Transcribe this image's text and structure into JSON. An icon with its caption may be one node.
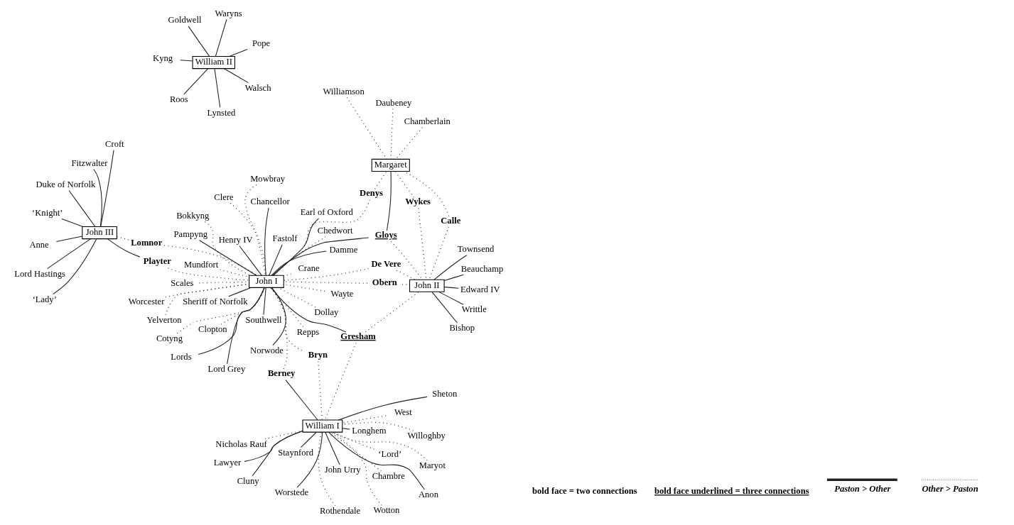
{
  "diagram": {
    "nodes": [
      {
        "text": [
          "Lawyer"
        ]
      },
      {
        "text": [
          "West"
        ]
      },
      {
        "text": [
          "Rothendale"
        ]
      },
      {
        "text": [
          "Nicholas Rauf"
        ]
      },
      {
        "text": [
          "‘Lord’"
        ]
      },
      {
        "text": [
          "Staynford"
        ]
      },
      {
        "text": [
          "Cluny"
        ]
      },
      {
        "text": [
          "Maryot"
        ]
      },
      {
        "text": [
          "Worstede"
        ]
      },
      {
        "text": [
          "William I"
        ]
      },
      {
        "text": [
          "John Urry"
        ]
      },
      {
        "text": [
          "Worcester"
        ]
      },
      {
        "text": [
          "Dollay"
        ]
      },
      {
        "text": [
          "Crane"
        ]
      },
      {
        "text": [
          "Clere"
        ]
      },
      {
        "text": [
          "Chambre"
        ]
      },
      {
        "text": [
          "Anon"
        ]
      },
      {
        "text": [
          "Bryn"
        ]
      },
      {
        "text": [
          "Berney"
        ]
      },
      {
        "text": [
          "Mundfort"
        ]
      },
      {
        "text": [
          "Clopton"
        ]
      },
      {
        "text": [
          "Cotyng"
        ]
      },
      {
        "text": [
          "Chancellor"
        ]
      },
      {
        "text": [
          "Sheton"
        ]
      },
      {
        "text": [
          "Longhem"
        ]
      },
      {
        "text": [
          "Wotton"
        ]
      },
      {
        "text": [
          "Earl of Oxford"
        ]
      },
      {
        "text": [
          "Sheriff of Norfolk"
        ]
      },
      {
        "text": [
          "Lord Grey"
        ]
      },
      {
        "text": [
          "Willoghby"
        ]
      },
      {
        "text": [
          "Henry IV"
        ]
      },
      {
        "text": [
          "Southwell"
        ]
      },
      {
        "text": [
          "Lords"
        ]
      },
      {
        "text": [
          "Pampyng"
        ]
      },
      {
        "text": [
          "Fastolf"
        ]
      },
      {
        "text": [
          "Norwode"
        ]
      },
      {
        "text": [
          "John I"
        ]
      },
      {
        "text": [
          "Mowbray"
        ]
      },
      {
        "text": [
          "Gresham"
        ]
      },
      {
        "text": [
          "Yelverton"
        ]
      },
      {
        "text": [
          "Gloys"
        ]
      },
      {
        "text": [
          "Bokkyng"
        ]
      },
      {
        "text": [
          "Scales"
        ]
      },
      {
        "text": [
          "Chedwort"
        ]
      },
      {
        "text": [
          "Goldwell"
        ]
      },
      {
        "text": [
          "Pope"
        ]
      },
      {
        "text": [
          "Lynsted"
        ]
      },
      {
        "text": [
          "De Vere"
        ]
      },
      {
        "text": [
          "Denys"
        ]
      },
      {
        "text": [
          "Repps"
        ]
      },
      {
        "text": [
          "Obern"
        ]
      },
      {
        "text": [
          "Damme"
        ]
      },
      {
        "text": [
          "Wayte"
        ]
      },
      {
        "text": [
          "Margaret"
        ]
      },
      {
        "text": [
          "Chamberlain"
        ]
      },
      {
        "text": [
          "William II"
        ]
      },
      {
        "text": [
          "Waryns"
        ]
      },
      {
        "text": [
          "Beauchamp"
        ]
      },
      {
        "text": [
          "Calle"
        ]
      },
      {
        "text": [
          "Daubeney"
        ]
      },
      {
        "text": [
          "Bishop"
        ]
      },
      {
        "text": [
          "Wykes"
        ]
      },
      {
        "text": [
          "Playter"
        ]
      },
      {
        "text": [
          "Lomnor"
        ]
      },
      {
        "text": [
          "Williamson"
        ]
      },
      {
        "text": [
          "Kyng"
        ]
      },
      {
        "text": [
          "Roos"
        ]
      },
      {
        "text": [
          "Walsch"
        ]
      },
      {
        "text": [
          "Townsend"
        ]
      },
      {
        "text": [
          "Duke of Norfolk"
        ]
      },
      {
        "text": [
          "Lord Hastings"
        ]
      },
      {
        "text": [
          "Edward IV"
        ]
      },
      {
        "text": [
          "John II"
        ]
      },
      {
        "text": [
          "Anne"
        ]
      },
      {
        "text": [
          "John III"
        ]
      },
      {
        "text": [
          "Croft"
        ]
      },
      {
        "text": [
          "Writtle"
        ]
      },
      {
        "text": [
          "‘Knight’"
        ]
      },
      {
        "text": [
          "‘Lady’"
        ]
      },
      {
        "text": [
          "Fitzwalter"
        ]
      }
    ],
    "edges": [
      {
        "from": 9,
        "to": 0,
        "arrow": "none"
      },
      {
        "from": 1,
        "to": 9,
        "arrow": "none",
        "style": "dashed"
      },
      {
        "from": 2,
        "to": 9,
        "arrow": "none",
        "style": "dashed"
      },
      {
        "from": 3,
        "to": 9,
        "arrow": "none",
        "style": "dashed"
      },
      {
        "from": 4,
        "to": 9,
        "arrow": "none",
        "style": "dashed"
      },
      {
        "from": 9,
        "to": 5,
        "arrow": "none"
      },
      {
        "from": 9,
        "to": 6,
        "arrow": "none"
      },
      {
        "from": 7,
        "to": 9,
        "arrow": "none",
        "style": "dashed"
      },
      {
        "from": 9,
        "to": 8,
        "arrow": "none"
      },
      {
        "from": 9,
        "to": 10,
        "arrow": "none"
      },
      {
        "from": 15,
        "to": 9,
        "arrow": "none",
        "style": "dashed"
      },
      {
        "from": 9,
        "to": 16,
        "arrow": "none"
      },
      {
        "from": 17,
        "to": 9,
        "arrow": "none",
        "style": "dashed"
      },
      {
        "from": 9,
        "to": 18,
        "arrow": "none"
      },
      {
        "from": 9,
        "to": 23,
        "arrow": "none"
      },
      {
        "from": 9,
        "to": 24,
        "arrow": "none"
      },
      {
        "from": 25,
        "to": 9,
        "arrow": "none",
        "style": "dashed"
      },
      {
        "from": 29,
        "to": 9,
        "arrow": "none",
        "style": "dashed"
      },
      {
        "from": 38,
        "to": 9,
        "arrow": "none",
        "style": "dashed"
      },
      {
        "from": 11,
        "to": 36,
        "arrow": "none",
        "style": "dashed"
      },
      {
        "from": 12,
        "to": 36,
        "arrow": "none",
        "style": "dashed"
      },
      {
        "from": 13,
        "to": 36,
        "arrow": "none",
        "style": "dashed"
      },
      {
        "from": 14,
        "to": 36,
        "arrow": "none",
        "style": "dashed"
      },
      {
        "from": 17,
        "to": 36,
        "arrow": "none",
        "style": "dashed"
      },
      {
        "from": 18,
        "to": 36,
        "arrow": "none",
        "style": "dashed"
      },
      {
        "from": 19,
        "to": 36,
        "arrow": "none",
        "style": "dashed"
      },
      {
        "from": 20,
        "to": 36,
        "arrow": "none",
        "style": "dashed"
      },
      {
        "from": 21,
        "to": 36,
        "arrow": "none",
        "style": "dashed"
      },
      {
        "from": 36,
        "to": 22,
        "arrow": "none"
      },
      {
        "from": 36,
        "to": 26,
        "arrow": "none"
      },
      {
        "from": 36,
        "to": 27,
        "arrow": "none"
      },
      {
        "from": 36,
        "to": 28,
        "arrow": "none"
      },
      {
        "from": 36,
        "to": 30,
        "arrow": "none"
      },
      {
        "from": 36,
        "to": 31,
        "arrow": "none"
      },
      {
        "from": 36,
        "to": 32,
        "arrow": "none"
      },
      {
        "from": 36,
        "to": 33,
        "arrow": "none"
      },
      {
        "from": 36,
        "to": 34,
        "arrow": "none"
      },
      {
        "from": 36,
        "to": 35,
        "arrow": "none"
      },
      {
        "from": 37,
        "to": 36,
        "arrow": "none",
        "style": "dashed"
      },
      {
        "from": 36,
        "to": 38,
        "arrow": "none"
      },
      {
        "from": 39,
        "to": 36,
        "arrow": "none",
        "style": "dashed"
      },
      {
        "from": 36,
        "to": 40,
        "arrow": "none"
      },
      {
        "from": 41,
        "to": 36,
        "arrow": "none",
        "style": "dashed"
      },
      {
        "from": 42,
        "to": 36,
        "arrow": "none",
        "style": "dashed"
      },
      {
        "from": 43,
        "to": 36,
        "arrow": "none",
        "style": "dashed"
      },
      {
        "from": 47,
        "to": 36,
        "arrow": "none",
        "style": "dashed"
      },
      {
        "from": 48,
        "to": 36,
        "arrow": "none",
        "style": "dashed"
      },
      {
        "from": 49,
        "to": 36,
        "arrow": "none",
        "style": "dashed"
      },
      {
        "from": 50,
        "to": 36,
        "arrow": "none",
        "style": "dashed"
      },
      {
        "from": 36,
        "to": 51,
        "arrow": "none"
      },
      {
        "from": 52,
        "to": 36,
        "arrow": "none",
        "style": "dashed"
      },
      {
        "from": 62,
        "to": 36,
        "arrow": "none",
        "style": "dashed"
      },
      {
        "from": 63,
        "to": 36,
        "arrow": "none",
        "style": "dashed"
      },
      {
        "from": 53,
        "to": 40,
        "arrow": "none"
      },
      {
        "from": 48,
        "to": 53,
        "arrow": "none",
        "style": "dashed"
      },
      {
        "from": 58,
        "to": 53,
        "arrow": "none",
        "style": "dashed"
      },
      {
        "from": 61,
        "to": 53,
        "arrow": "none",
        "style": "dashed"
      },
      {
        "from": 54,
        "to": 53,
        "arrow": "none",
        "style": "dashed"
      },
      {
        "from": 59,
        "to": 53,
        "arrow": "none",
        "style": "dashed"
      },
      {
        "from": 64,
        "to": 53,
        "arrow": "none",
        "style": "dashed"
      },
      {
        "from": 55,
        "to": 44,
        "arrow": "none"
      },
      {
        "from": 55,
        "to": 45,
        "arrow": "none"
      },
      {
        "from": 55,
        "to": 46,
        "arrow": "none"
      },
      {
        "from": 55,
        "to": 56,
        "arrow": "none"
      },
      {
        "from": 55,
        "to": 65,
        "arrow": "none"
      },
      {
        "from": 55,
        "to": 66,
        "arrow": "none"
      },
      {
        "from": 55,
        "to": 67,
        "arrow": "none"
      },
      {
        "from": 38,
        "to": 72,
        "arrow": "none",
        "style": "dashed"
      },
      {
        "from": 40,
        "to": 72,
        "arrow": "none",
        "style": "dashed"
      },
      {
        "from": 47,
        "to": 72,
        "arrow": "none",
        "style": "dashed"
      },
      {
        "from": 50,
        "to": 72,
        "arrow": "none",
        "style": "dashed"
      },
      {
        "from": 58,
        "to": 72,
        "arrow": "none",
        "style": "dashed"
      },
      {
        "from": 61,
        "to": 72,
        "arrow": "none",
        "style": "dashed"
      },
      {
        "from": 72,
        "to": 57,
        "arrow": "none"
      },
      {
        "from": 72,
        "to": 60,
        "arrow": "none"
      },
      {
        "from": 72,
        "to": 68,
        "arrow": "none"
      },
      {
        "from": 72,
        "to": 71,
        "arrow": "none"
      },
      {
        "from": 72,
        "to": 76,
        "arrow": "none"
      },
      {
        "from": 74,
        "to": 62,
        "arrow": "none"
      },
      {
        "from": 63,
        "to": 74,
        "arrow": "none",
        "style": "dashed"
      },
      {
        "from": 74,
        "to": 69,
        "arrow": "none"
      },
      {
        "from": 74,
        "to": 70,
        "arrow": "none"
      },
      {
        "from": 74,
        "to": 73,
        "arrow": "none"
      },
      {
        "from": 74,
        "to": 75,
        "arrow": "none"
      },
      {
        "from": 74,
        "to": 77,
        "arrow": "none"
      },
      {
        "from": 74,
        "to": 78,
        "arrow": "none"
      },
      {
        "from": 74,
        "to": 79,
        "arrow": "none"
      }
    ],
    "labels": [
      "bold face = two connections",
      "bold face underlined = three connections"
    ],
    "legend": [
      {
        "text": "Paston > Other"
      },
      {
        "text": "Other > Paston"
      }
    ]
  }
}
